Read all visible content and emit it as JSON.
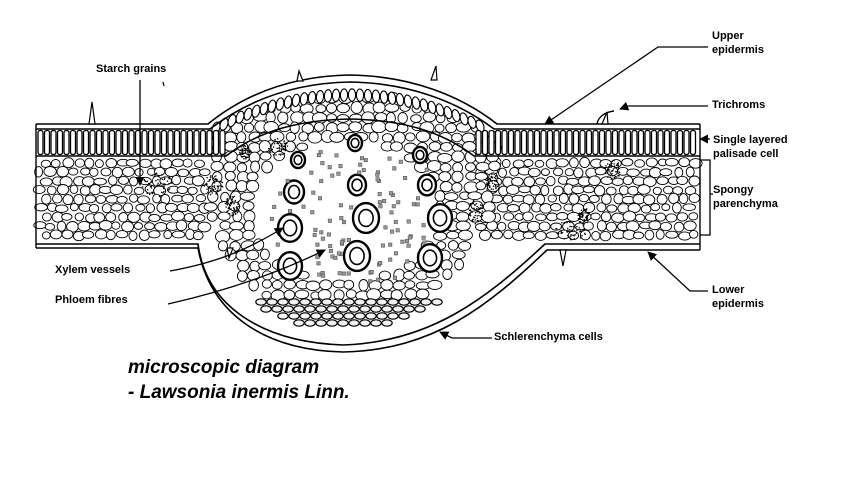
{
  "labels": {
    "starch_grains": "Starch grains",
    "upper_epidermis_1": "Upper",
    "upper_epidermis_2": "epidermis",
    "trichroms": "Trichroms",
    "palisade_1": "Single layered",
    "palisade_2": "palisade cell",
    "spongy_1": "Spongy",
    "spongy_2": "parenchyma",
    "xylem": "Xylem vessels",
    "phloem": "Phloem fibres",
    "lower_epidermis_1": "Lower",
    "lower_epidermis_2": "epidermis",
    "schlerenchyma": "Schlerenchyma cells"
  },
  "caption": {
    "line1": "microscopic diagram",
    "line2": "- Lawsonia inermis Linn."
  },
  "colors": {
    "ink": "#000000",
    "background": "#ffffff"
  }
}
